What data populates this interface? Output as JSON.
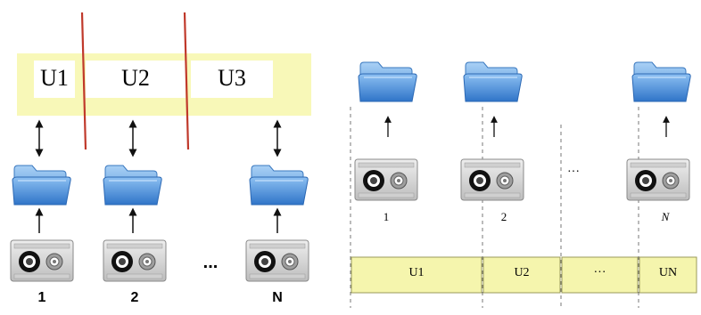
{
  "left_panel": {
    "volumes": [
      "U1",
      "U2",
      "U3"
    ],
    "tape_labels": [
      "1",
      "2",
      "N"
    ],
    "ellipsis": "..."
  },
  "right_panel": {
    "tape_labels": [
      "1",
      "2",
      "N"
    ],
    "ellipsis": "···",
    "segments": [
      "U1",
      "U2",
      "···",
      "UN"
    ]
  },
  "colors": {
    "band_fill": "#f8f8b8",
    "segment_fill": "#f5f5ad",
    "divider_red": "#c0392b",
    "folder_blue": "#4f94d8",
    "tape_body": "#d9d9d9"
  },
  "icons": [
    "folder-icon",
    "cassette-tape-icon",
    "double-arrow-icon",
    "up-arrow-icon"
  ]
}
